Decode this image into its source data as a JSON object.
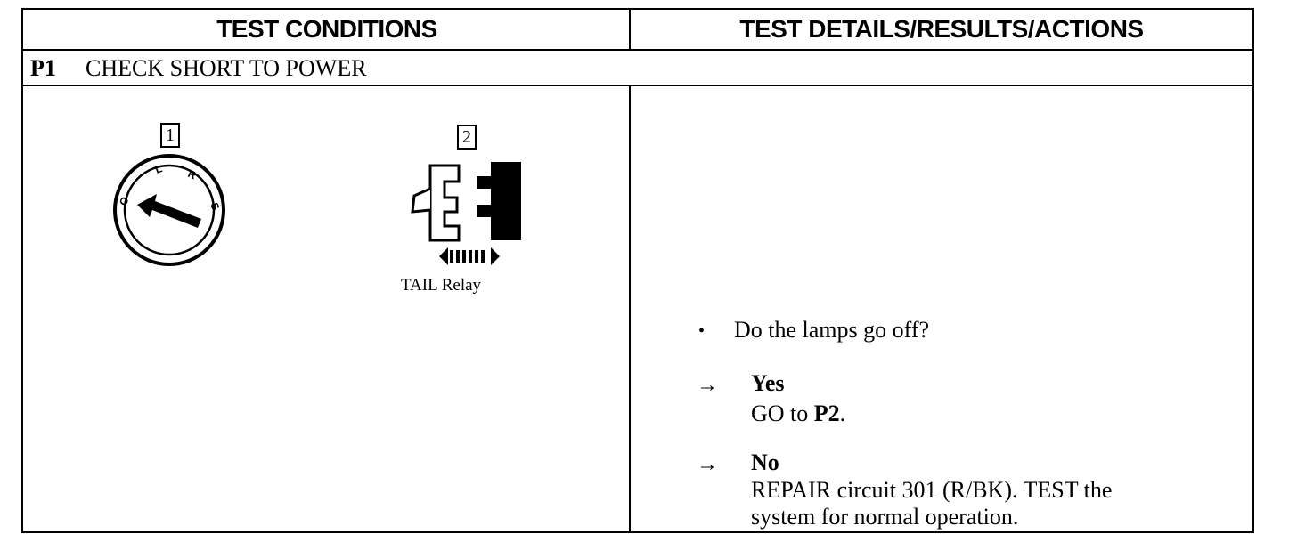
{
  "header": {
    "col_left": "TEST CONDITIONS",
    "col_right": "TEST DETAILS/RESULTS/ACTIONS"
  },
  "step": {
    "id": "P1",
    "title": "CHECK SHORT TO POWER"
  },
  "conditions": {
    "step1_num": "1",
    "step2_num": "2",
    "ignition_positions": [
      "O",
      "L",
      "R",
      "S"
    ],
    "relay_label": "TAIL Relay"
  },
  "results": {
    "question": "Do the lamps go off?",
    "yes_label": "Yes",
    "yes_action_prefix": "GO to ",
    "yes_action_target": "P2",
    "yes_action_suffix": ".",
    "no_label": "No",
    "no_action_line1": "REPAIR circuit 301 (R/BK). TEST the",
    "no_action_line2": "system for normal operation.",
    "bullet_glyph": "•",
    "arrow_glyph": "→"
  }
}
